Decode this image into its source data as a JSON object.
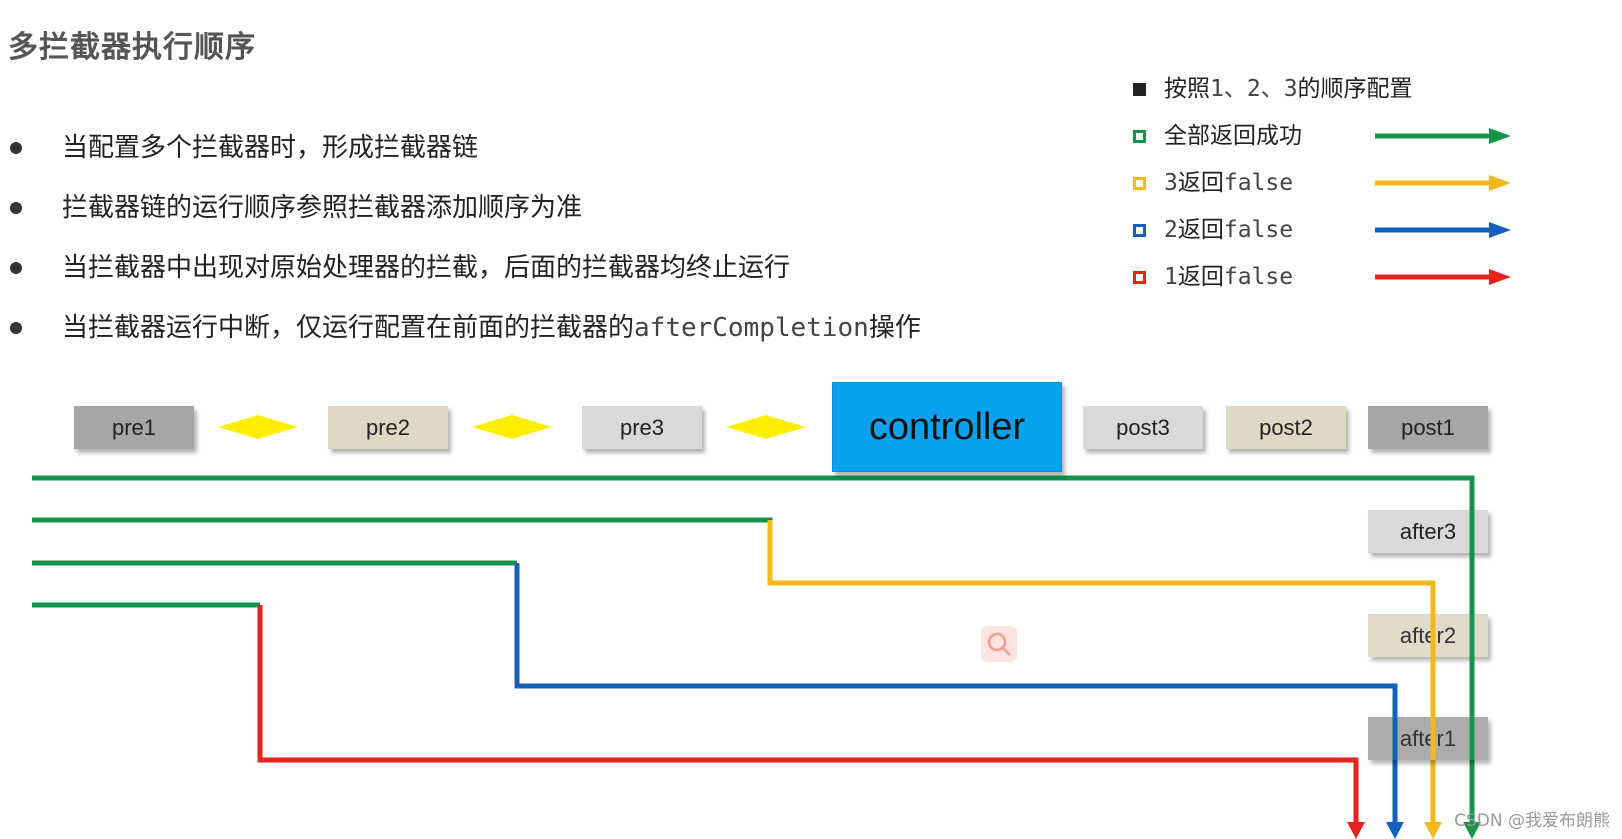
{
  "title": "多拦截器执行顺序",
  "bullets": [
    {
      "text": "当配置多个拦截器时，形成拦截器链"
    },
    {
      "text": "拦截器链的运行顺序参照拦截器添加顺序为准"
    },
    {
      "text": "当拦截器中出现对原始处理器的拦截，后面的拦截器均终止运行"
    },
    {
      "text_before": "当拦截器运行中断，仅运行配置在前面的拦截器的",
      "code": "afterCompletion",
      "text_after": "操作"
    }
  ],
  "legend": {
    "order": {
      "prefix": "按照",
      "numbers": "1、2、3",
      "suffix": "的顺序配置"
    },
    "items": [
      {
        "text": "全部返回成功",
        "color": "#14934a"
      },
      {
        "num": "3",
        "word": "返回",
        "code": "false",
        "color": "#f5b81a"
      },
      {
        "num": "2",
        "word": "返回",
        "code": "false",
        "color": "#1560bd"
      },
      {
        "num": "1",
        "word": "返回",
        "code": "false",
        "color": "#e8231b"
      }
    ]
  },
  "flow": {
    "pre1": "pre1",
    "pre2": "pre2",
    "pre3": "pre3",
    "controller": "controller",
    "post3": "post3",
    "post2": "post2",
    "post1": "post1",
    "after3": "after3",
    "after2": "after2",
    "after1": "after1"
  },
  "colors": {
    "success": "#14934a",
    "fail3": "#f5b81a",
    "fail2": "#1560bd",
    "fail1": "#e8231b",
    "diamond": "#ffee00",
    "controller": "#0aa2ee",
    "box_dark": "#a6a6a6",
    "box_beige": "#ddd9c4",
    "box_light": "#d9d9d9"
  },
  "watermark": "CSDN @我爱布朗熊"
}
